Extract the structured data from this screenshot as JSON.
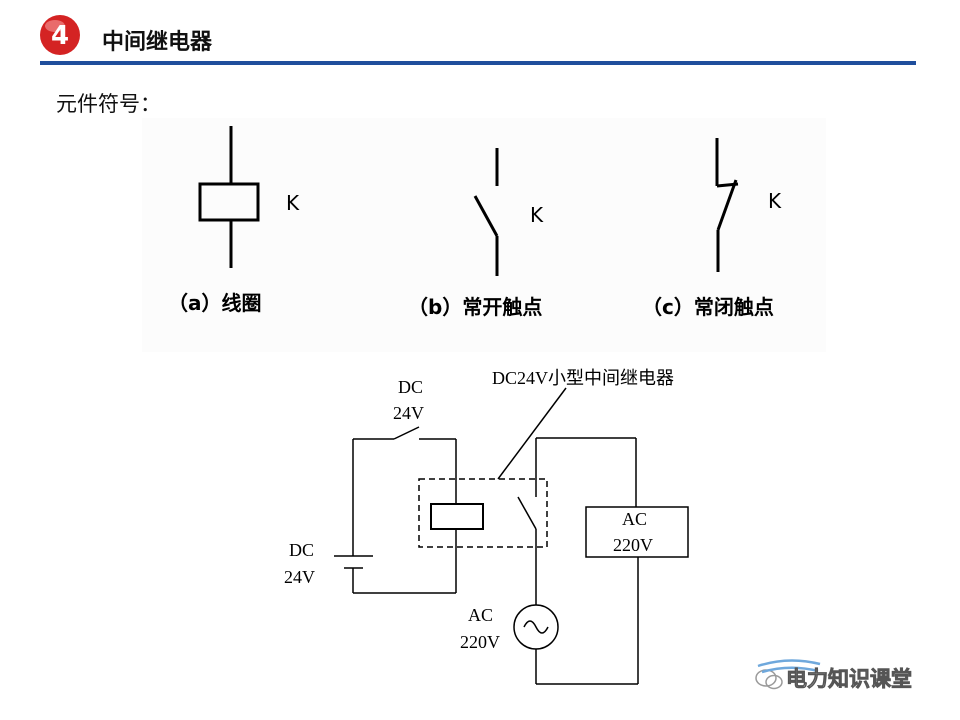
{
  "header": {
    "badge_number": "4",
    "title": "中间继电器",
    "accent_color": "#1f4e9c",
    "badge_color": "#d42323"
  },
  "section_label": "元件符号：",
  "symbols": {
    "coil": {
      "letter": "K",
      "caption": "（a）线圈"
    },
    "no_contact": {
      "letter": "K",
      "caption": "（b）常开触点"
    },
    "nc_contact": {
      "letter": "K",
      "caption": "（c）常闭触点"
    }
  },
  "circuit": {
    "switch_label_line1": "DC",
    "switch_label_line2": "24V",
    "relay_label": "DC24V小型中间继电器",
    "battery_label_line1": "DC",
    "battery_label_line2": "24V",
    "load_label_line1": "AC",
    "load_label_line2": "220V",
    "source_label_line1": "AC",
    "source_label_line2": "220V"
  },
  "watermark": {
    "text": "电力知识课堂",
    "icon": "wechat-icon"
  }
}
